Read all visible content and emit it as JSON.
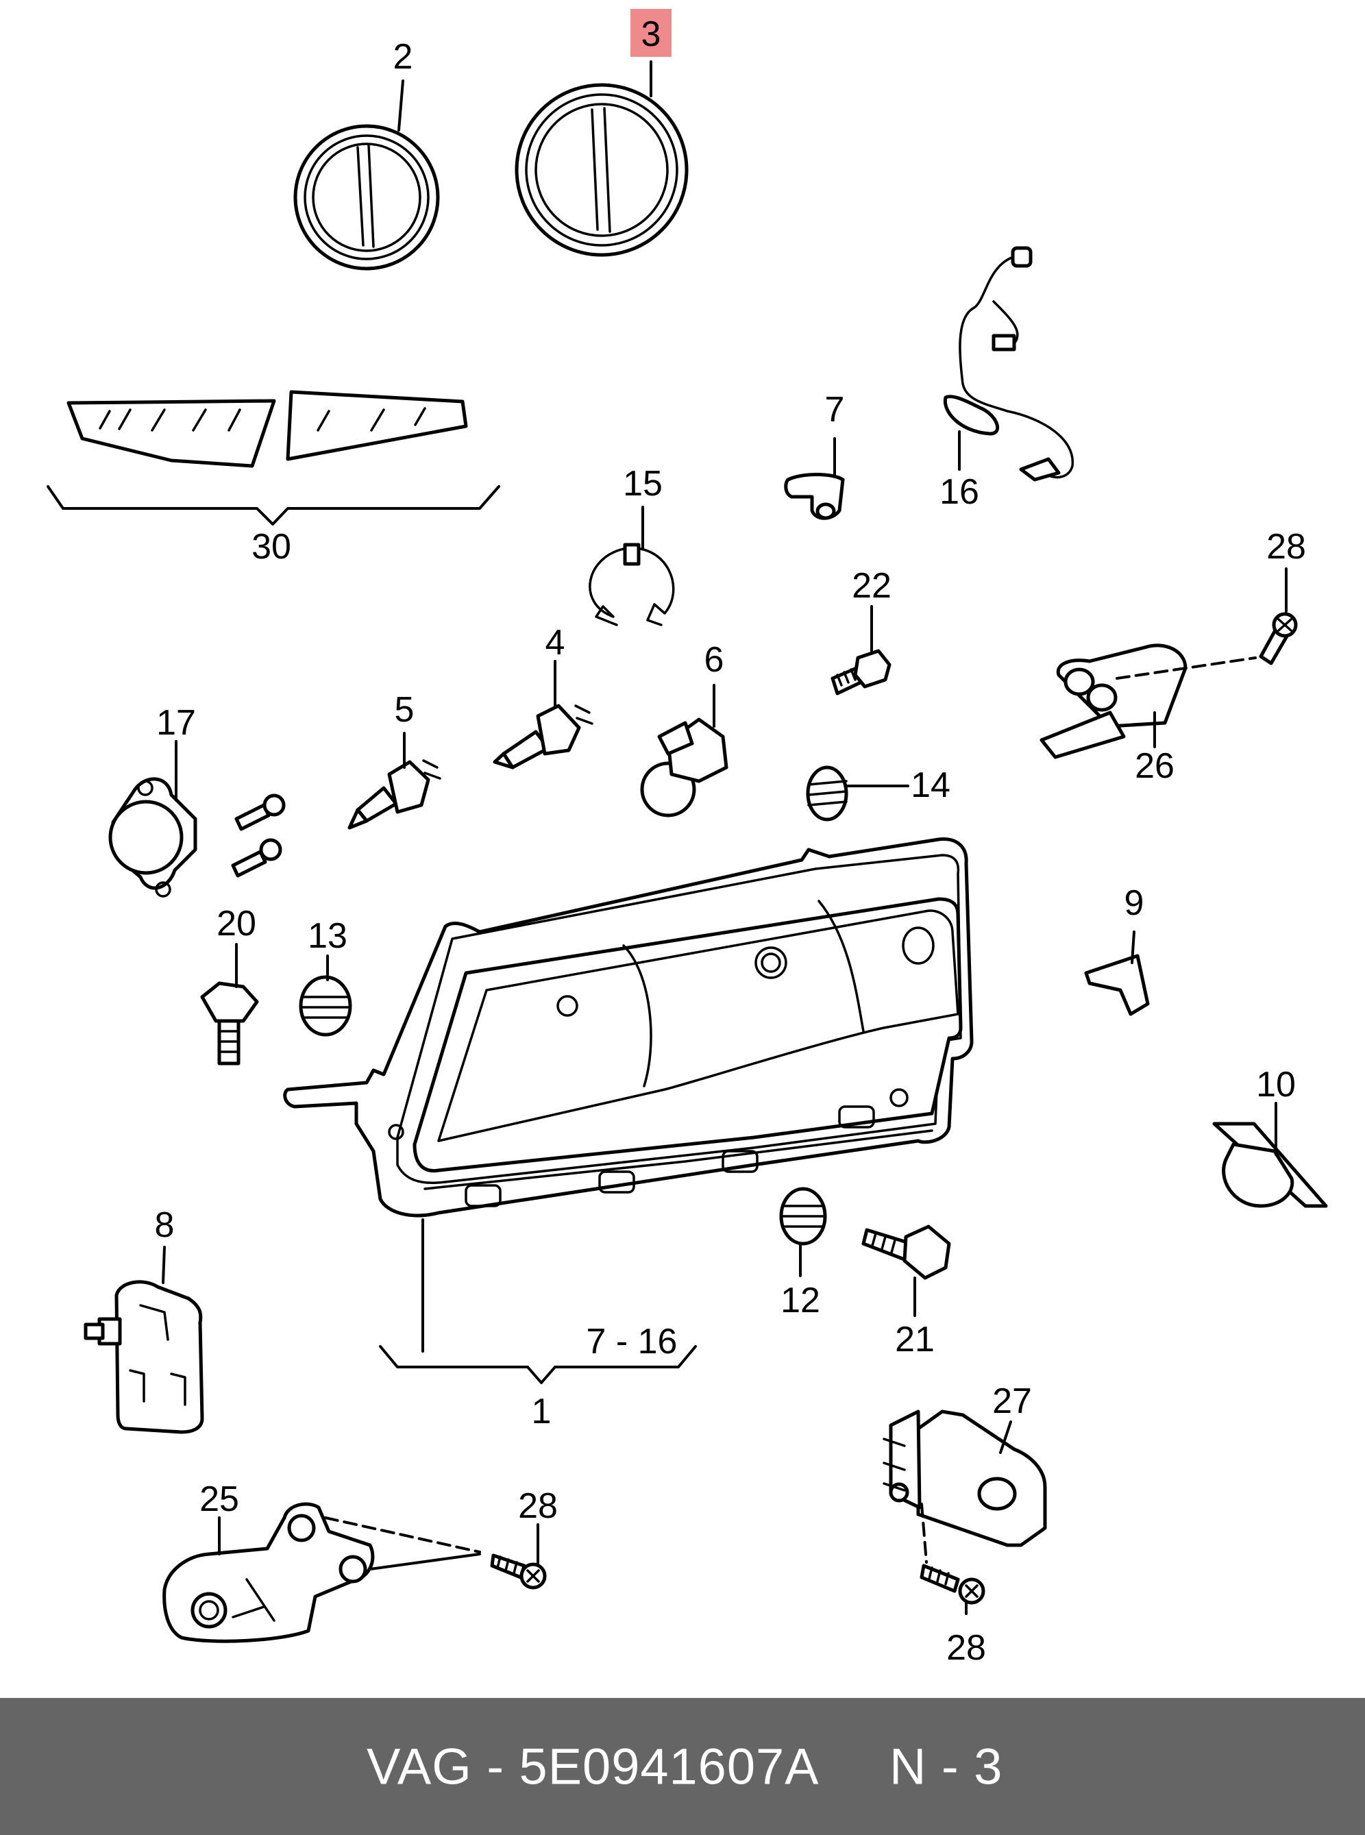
{
  "highlight_color": "#ee8a8c",
  "footer": {
    "part_code": "VAG - 5E0941607A",
    "page_ref": "N - 3",
    "background": "#656565"
  },
  "callouts": {
    "c1": "1",
    "c2": "2",
    "c3": "3",
    "c4": "4",
    "c5": "5",
    "c6": "6",
    "c7": "7",
    "c8": "8",
    "c9": "9",
    "c10": "10",
    "c12": "12",
    "c13": "13",
    "c14": "14",
    "c15": "15",
    "c16": "16",
    "c17": "17",
    "c20": "20",
    "c21": "21",
    "c22": "22",
    "c25": "25",
    "c26": "26",
    "c27": "27",
    "c28a": "28",
    "c28b": "28",
    "c28c": "28",
    "c30": "30",
    "range": "7 - 16"
  }
}
